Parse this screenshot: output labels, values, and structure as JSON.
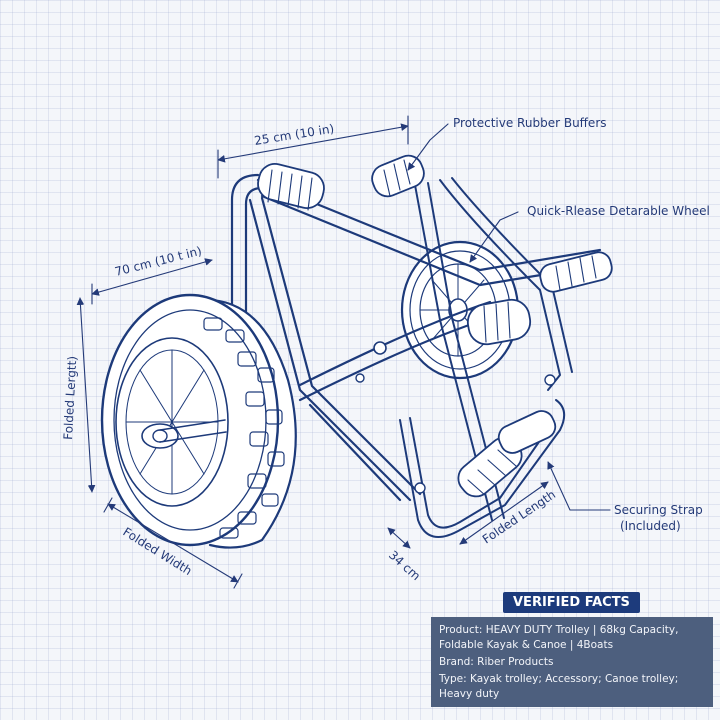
{
  "labels": {
    "top_width": "25 cm (10 in)",
    "side_length": "70 cm (10 t in)",
    "folded_length_left": "Folded Lergtt)",
    "folded_width": "Folded Width",
    "depth": "34 cm",
    "folded_length_right": "Folded Length",
    "buffers": "Protective Rubber Buffers",
    "wheel": "Quick-Rlease Detarable Wheel",
    "strap_line1": "Securing Strap",
    "strap_line2": "(Included)"
  },
  "facts": {
    "badge": "VERIFIED FACTS",
    "product": "Product: HEAVY DUTY Trolley | 68kg Capacity, Foldable Kayak & Canoe | 4Boats",
    "brand": "Brand: Riber Products",
    "type": "Type: Kayak trolley; Accessory; Canoe trolley; Heavy duty"
  },
  "colors": {
    "ink": "#1d3a7a",
    "fill_light": "#ffffff",
    "badge_bg": "#1d3b7c",
    "box_bg": "#4d5f7e"
  }
}
